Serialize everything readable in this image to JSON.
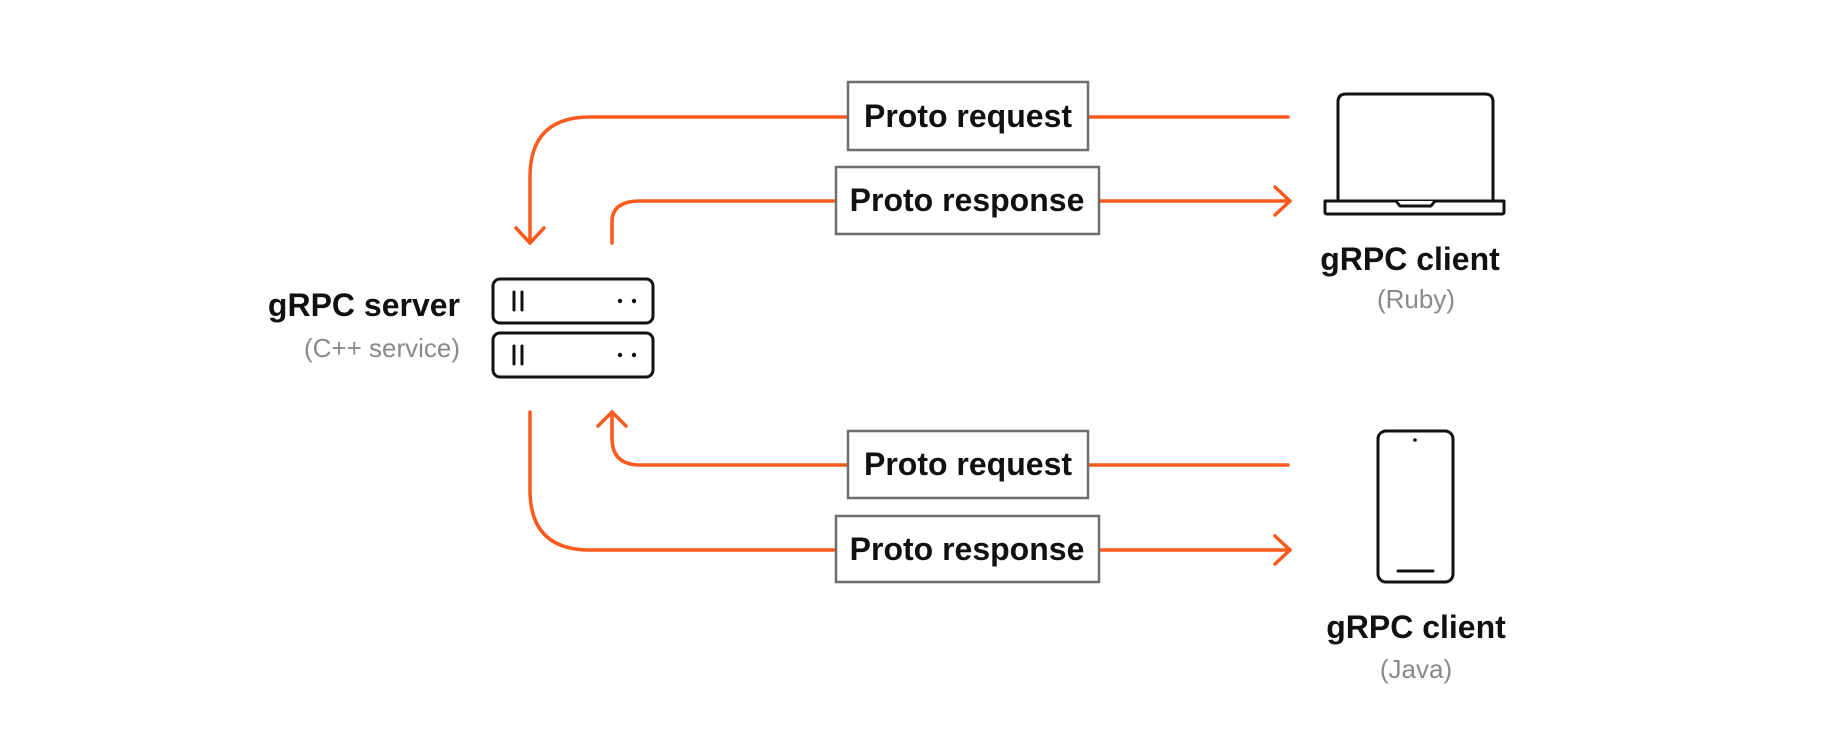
{
  "colors": {
    "accent": "#fa5a1e",
    "ink": "#111111",
    "muted": "#8a8a8a",
    "box_border": "#6e6e6e",
    "background": "#ffffff"
  },
  "server": {
    "title": "gRPC server",
    "subtitle": "(C++ service)",
    "icon": "server-rack-icon"
  },
  "clients": [
    {
      "title": "gRPC client",
      "subtitle": "(Ruby)",
      "icon": "laptop-icon"
    },
    {
      "title": "gRPC client",
      "subtitle": "(Java)",
      "icon": "phone-icon"
    }
  ],
  "messages": {
    "ruby_request": "Proto request",
    "ruby_response": "Proto response",
    "java_request": "Proto request",
    "java_response": "Proto response"
  }
}
